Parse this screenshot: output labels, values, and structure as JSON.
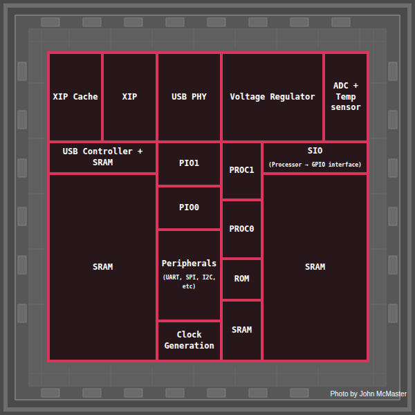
{
  "diagram": {
    "nodes": [
      {
        "text": [
          "XIP Cache"
        ]
      },
      {
        "text": [
          "XIP"
        ]
      },
      {
        "text": [
          "USB PHY"
        ]
      },
      {
        "text": [
          "Voltage Regulator"
        ]
      },
      {
        "text": [
          "ADC + Temp sensor"
        ]
      },
      {
        "text": [
          "USB Controller + SRAM"
        ]
      },
      {
        "text": [
          "PIO1"
        ]
      },
      {
        "text": [
          "PROC1"
        ]
      },
      {
        "text": [
          "SIO",
          "(Processor → GPIO interface)"
        ]
      },
      {
        "text": [
          "SRAM"
        ]
      },
      {
        "text": [
          "PIO0"
        ]
      },
      {
        "text": [
          "PROC0"
        ]
      },
      {
        "text": [
          "SRAM"
        ]
      },
      {
        "text": [
          "Peripherals",
          "(UART, SPI, I2C, etc)"
        ]
      },
      {
        "text": [
          "ROM"
        ]
      },
      {
        "text": [
          "Clock Generation"
        ]
      },
      {
        "text": [
          "SRAM"
        ]
      }
    ],
    "labels": [
      "Photo by John McMaster"
    ]
  }
}
